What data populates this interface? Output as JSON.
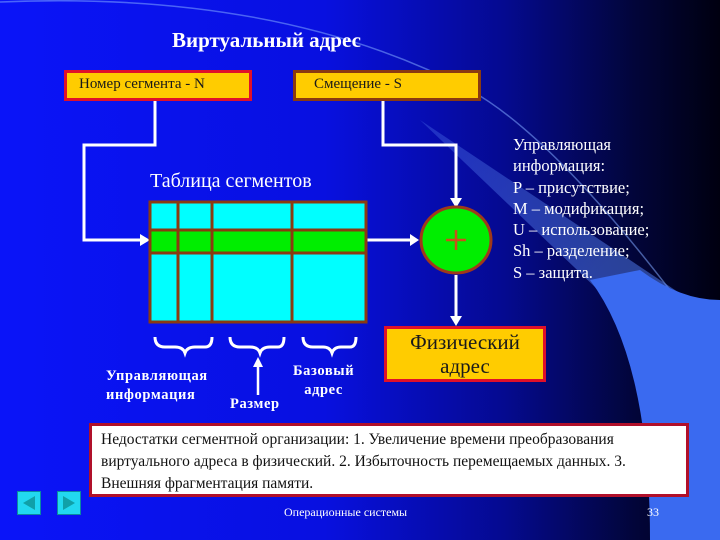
{
  "slide": {
    "title": "Виртуальный адрес",
    "virtual_address_fields": {
      "segment_number": "Номер сегмента - N",
      "offset": "Смещение - S"
    },
    "segment_table_title": "Таблица сегментов",
    "adder_symbol": "+",
    "control_info": {
      "lines": [
        "Управляющая",
        "информация:",
        "P – присутствие;",
        "M – модификация;",
        "U – использование;",
        "Sh – разделение;",
        "S – защита."
      ]
    },
    "physical_address": {
      "line1": "Физический",
      "line2": "адрес"
    },
    "column_labels": {
      "control_line1": "Управляющая",
      "control_line2": "информация",
      "size": "Размер",
      "base_line1": "Базовый",
      "base_line2": "адрес"
    },
    "note": "Недостатки сегментной организации: 1. Увеличение времени преобразования виртуального адреса в физический. 2. Избыточность перемещаемых данных. 3. Внешняя фрагментация памяти.",
    "footer": "Операционные системы",
    "page_number": "33"
  },
  "navigation": {
    "prev_icon": "triangle-left-icon",
    "next_icon": "triangle-right-icon"
  },
  "colors": {
    "background": "#0a14f8",
    "box_fill": "#ffcc00",
    "table_fill": "#00ffff",
    "selected_row": "#00ee00",
    "grid_lines": "#8a3a10",
    "adder_fill": "#00ee00"
  }
}
